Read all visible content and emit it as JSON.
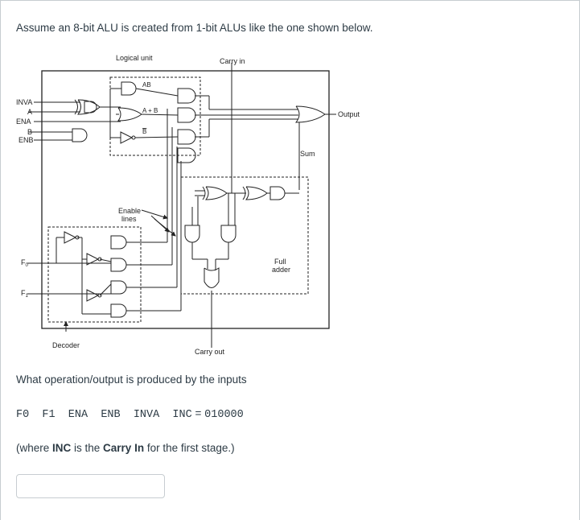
{
  "question": {
    "intro": "Assume an 8-bit ALU is created from 1-bit ALUs like the one shown below.",
    "operation_prompt": "What operation/output is produced by the inputs",
    "inputs_label": "F0  F1  ENA  ENB  INVA  INC",
    "inputs_equals": " = ",
    "inputs_value": "010000",
    "where_open": "(where ",
    "where_inc": "INC",
    "where_mid": " is the ",
    "where_carry": "Carry In",
    "where_close": " for the first stage.)"
  },
  "diagram": {
    "logical_unit": "Logical unit",
    "carry_in": "Carry in",
    "ab": "AB",
    "a_plus_b": "A + B",
    "b_bar": "B",
    "inva": "INVA",
    "a": "A",
    "ena": "ENA",
    "b": "B",
    "enb": "ENB",
    "output": "Output",
    "sum": "Sum",
    "enable_1": "Enable",
    "enable_2": "lines",
    "f0": "F",
    "f0_sub": "0",
    "f1": "F",
    "f1_sub": "1",
    "full_1": "Full",
    "full_2": "adder",
    "decoder": "Decoder",
    "carry_out": "Carry out"
  },
  "answer": {
    "value": ""
  }
}
